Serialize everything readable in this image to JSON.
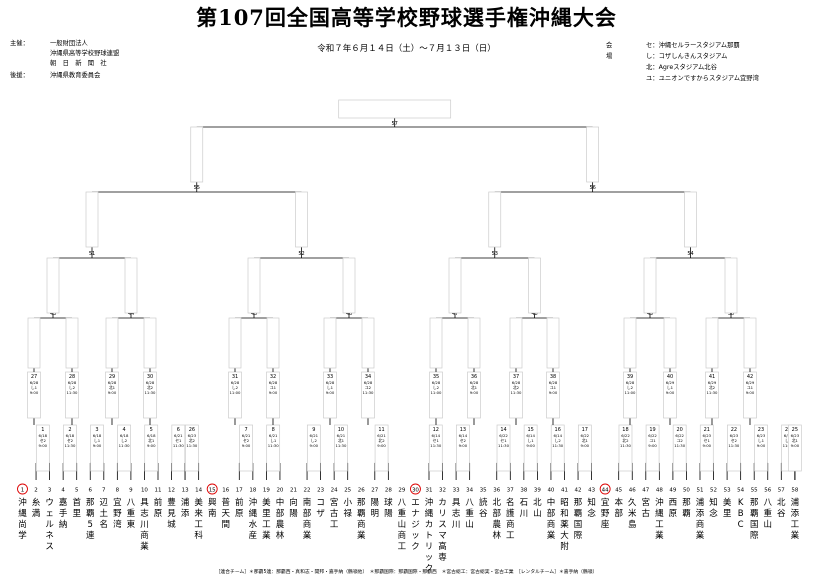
{
  "title": "第107回全国高等学校野球選手権沖縄大会",
  "dates": "令和７年６月１４日（土）～７月１３日（日）",
  "organizers": {
    "host_label": "主催：",
    "hosts": [
      "一般財団法人",
      "沖縄県高等学校野球連盟",
      "朝　日　新　聞　社"
    ],
    "support_label": "後援：",
    "support": "沖縄県教育委員会"
  },
  "venues": {
    "label": "会場",
    "items": [
      {
        "key": "セ",
        "name": "：沖縄セルラースタジアム那覇"
      },
      {
        "key": "し",
        "name": "：コザしんきんスタジアム"
      },
      {
        "key": "北",
        "name": "：Agreスタジアム北谷"
      },
      {
        "key": "ユ",
        "name": "：ユニオンですからスタジアム宜野湾"
      }
    ]
  },
  "teams": [
    {
      "no": "1",
      "name": "沖縄尚学",
      "seed": true
    },
    {
      "no": "2",
      "name": "糸満",
      "seed": false
    },
    {
      "no": "3",
      "name": "ウェルネス",
      "seed": false
    },
    {
      "no": "4",
      "name": "嘉手納",
      "seed": false
    },
    {
      "no": "5",
      "name": "首里",
      "seed": false
    },
    {
      "no": "6",
      "name": "那覇5連",
      "seed": false
    },
    {
      "no": "7",
      "name": "辺土名",
      "seed": false
    },
    {
      "no": "8",
      "name": "宜野湾",
      "seed": false
    },
    {
      "no": "9",
      "name": "八重東",
      "seed": false
    },
    {
      "no": "10",
      "name": "具志川商業",
      "seed": false
    },
    {
      "no": "11",
      "name": "前原",
      "seed": false
    },
    {
      "no": "12",
      "name": "豊見城",
      "seed": false
    },
    {
      "no": "13",
      "name": "浦添",
      "seed": false
    },
    {
      "no": "14",
      "name": "美来工科",
      "seed": false
    },
    {
      "no": "15",
      "name": "興南",
      "seed": true
    },
    {
      "no": "16",
      "name": "普天間",
      "seed": false
    },
    {
      "no": "17",
      "name": "前原",
      "seed": false
    },
    {
      "no": "18",
      "name": "沖縄水産",
      "seed": false
    },
    {
      "no": "19",
      "name": "美里工業",
      "seed": false
    },
    {
      "no": "20",
      "name": "中部農林",
      "seed": false
    },
    {
      "no": "21",
      "name": "向陽",
      "seed": false
    },
    {
      "no": "22",
      "name": "南部商業",
      "seed": false
    },
    {
      "no": "23",
      "name": "コザ",
      "seed": false
    },
    {
      "no": "24",
      "name": "宮古工",
      "seed": false
    },
    {
      "no": "25",
      "name": "小禄",
      "seed": false
    },
    {
      "no": "26",
      "name": "那覇商業",
      "seed": false
    },
    {
      "no": "27",
      "name": "陽明",
      "seed": false
    },
    {
      "no": "28",
      "name": "球陽",
      "seed": false
    },
    {
      "no": "29",
      "name": "八重山商工",
      "seed": false
    },
    {
      "no": "30",
      "name": "エナジック",
      "seed": true
    },
    {
      "no": "31",
      "name": "沖縄カトリック",
      "seed": false
    },
    {
      "no": "32",
      "name": "カリスマ高専",
      "seed": false
    },
    {
      "no": "33",
      "name": "具志川",
      "seed": false
    },
    {
      "no": "34",
      "name": "八重山",
      "seed": false
    },
    {
      "no": "35",
      "name": "読谷",
      "seed": false
    },
    {
      "no": "36",
      "name": "北部農林",
      "seed": false
    },
    {
      "no": "37",
      "name": "名護商工",
      "seed": false
    },
    {
      "no": "38",
      "name": "石川",
      "seed": false
    },
    {
      "no": "39",
      "name": "北山",
      "seed": false
    },
    {
      "no": "40",
      "name": "中部商業",
      "seed": false
    },
    {
      "no": "41",
      "name": "昭和薬大附",
      "seed": false
    },
    {
      "no": "42",
      "name": "那覇国際",
      "seed": false
    },
    {
      "no": "43",
      "name": "知念",
      "seed": false
    },
    {
      "no": "44",
      "name": "宜野座",
      "seed": true
    },
    {
      "no": "45",
      "name": "本部",
      "seed": false
    },
    {
      "no": "46",
      "name": "久米島",
      "seed": false
    },
    {
      "no": "47",
      "name": "宮古",
      "seed": false
    },
    {
      "no": "48",
      "name": "沖縄工業",
      "seed": false
    },
    {
      "no": "49",
      "name": "西原",
      "seed": false
    },
    {
      "no": "50",
      "name": "那覇",
      "seed": false
    },
    {
      "no": "51",
      "name": "浦添商業",
      "seed": false
    },
    {
      "no": "52",
      "name": "知念",
      "seed": false
    },
    {
      "no": "53",
      "name": "美里",
      "seed": false
    },
    {
      "no": "54",
      "name": "KBC",
      "seed": false
    },
    {
      "no": "55",
      "name": "那覇国際",
      "seed": false
    },
    {
      "no": "56",
      "name": "八重山",
      "seed": false
    },
    {
      "no": "57",
      "name": "北谷",
      "seed": false
    },
    {
      "no": "58",
      "name": "浦添工業",
      "seed": false
    }
  ],
  "r1": [
    {
      "label": "1",
      "date": "6/18",
      "venue": "セ2",
      "time": "9:00"
    },
    {
      "label": "2",
      "date": "6/18",
      "venue": "セ2",
      "time": "11:30"
    },
    {
      "label": "3",
      "date": "6/18",
      "venue": "し1",
      "time": "9:00"
    },
    {
      "label": "4",
      "date": "6/18",
      "venue": "し2",
      "time": "11:30"
    },
    {
      "label": "5",
      "date": "6/18",
      "venue": "北1",
      "time": "9:00"
    },
    {
      "label": "6",
      "date": "6/21",
      "venue": "セ1",
      "time": "11:30"
    },
    {
      "label": "7",
      "date": "6/21",
      "venue": "セ2",
      "time": "9:00"
    },
    {
      "label": "8",
      "date": "6/21",
      "venue": "し1",
      "time": "11:30"
    },
    {
      "label": "9",
      "date": "6/21",
      "venue": "し2",
      "time": "9:00"
    },
    {
      "label": "10",
      "date": "6/21",
      "venue": "北1",
      "time": "11:30"
    },
    {
      "label": "11",
      "date": "6/21",
      "venue": "北2",
      "time": "9:00"
    },
    {
      "label": "12",
      "date": "6/14",
      "venue": "セ1",
      "time": "11:30"
    },
    {
      "label": "13",
      "date": "6/14",
      "venue": "セ2",
      "time": "9:00"
    },
    {
      "label": "14",
      "date": "6/22",
      "venue": "セ1",
      "time": "11:30"
    },
    {
      "label": "15",
      "date": "6/14",
      "venue": "し1",
      "time": "9:00"
    },
    {
      "label": "16",
      "date": "6/14",
      "venue": "し2",
      "time": "11:30"
    },
    {
      "label": "17",
      "date": "6/22",
      "venue": "北1",
      "time": "9:00"
    },
    {
      "label": "18",
      "date": "6/22",
      "venue": "北2",
      "time": "11:30"
    },
    {
      "label": "19",
      "date": "6/22",
      "venue": "ユ1",
      "time": "9:00"
    },
    {
      "label": "20",
      "date": "6/22",
      "venue": "ユ2",
      "time": "11:30"
    },
    {
      "label": "21",
      "date": "6/23",
      "venue": "セ1",
      "time": "9:00"
    },
    {
      "label": "22",
      "date": "6/23",
      "venue": "セ2",
      "time": "11:30"
    },
    {
      "label": "23",
      "date": "6/23",
      "venue": "し1",
      "time": "9:00"
    },
    {
      "label": "24",
      "date": "6/23",
      "venue": "し2",
      "time": "11:30"
    },
    {
      "label": "25",
      "date": "6/23",
      "venue": "北1",
      "time": "9:00"
    },
    {
      "label": "26",
      "date": "6/23",
      "venue": "北2",
      "time": "11:30"
    }
  ],
  "r2": [
    {
      "label": "27",
      "date": "6/28",
      "venue": "し1",
      "time": "9:00"
    },
    {
      "label": "28",
      "date": "6/28",
      "venue": "し2",
      "time": "11:30"
    },
    {
      "label": "29",
      "date": "6/28",
      "venue": "北1",
      "time": "9:00"
    },
    {
      "label": "30",
      "date": "6/28",
      "venue": "北2",
      "time": "11:30"
    },
    {
      "label": "31",
      "date": "6/28",
      "venue": "し2",
      "time": "11:00"
    },
    {
      "label": "32",
      "date": "6/28",
      "venue": "ユ1",
      "time": "9:00"
    },
    {
      "label": "33",
      "date": "6/28",
      "venue": "し1",
      "time": "9:00"
    },
    {
      "label": "34",
      "date": "6/28",
      "venue": "ユ2",
      "time": "11:30"
    },
    {
      "label": "35",
      "date": "6/28",
      "venue": "し2",
      "time": "11:00"
    },
    {
      "label": "36",
      "date": "6/28",
      "venue": "北1",
      "time": "9:00"
    },
    {
      "label": "37",
      "date": "6/28",
      "venue": "北2",
      "time": "11:30"
    },
    {
      "label": "38",
      "date": "6/28",
      "venue": "ユ1",
      "time": "9:00"
    },
    {
      "label": "39",
      "date": "6/28",
      "venue": "し2",
      "time": "11:00"
    },
    {
      "label": "40",
      "date": "6/29",
      "venue": "し1",
      "time": "9:00"
    },
    {
      "label": "41",
      "date": "6/29",
      "venue": "北2",
      "time": "11:30"
    },
    {
      "label": "42",
      "date": "6/29",
      "venue": "ユ1",
      "time": "9:00"
    }
  ],
  "r3": [
    "43",
    "44",
    "45",
    "46",
    "47",
    "48",
    "49",
    "50"
  ],
  "r4": [
    "51",
    "52",
    "53",
    "54"
  ],
  "r5": [
    "55",
    "56"
  ],
  "final": "57",
  "footer": "［連合チーム］＊那覇5連：那覇西・真和志・開邦・嘉手納（鶴嶺他）　＊那覇国際：那覇国際・那覇西　＊宮古総工：宮古総実・宮古工業　［レンタルチーム］＊嘉手納（鶴嶺）"
}
